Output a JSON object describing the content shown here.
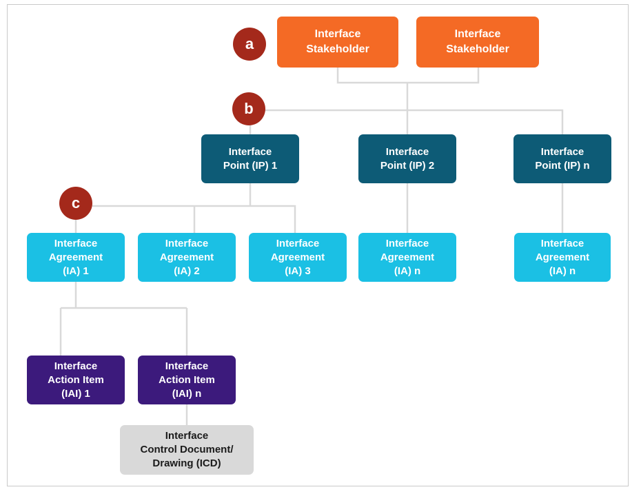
{
  "badges": {
    "a": "a",
    "b": "b",
    "c": "c"
  },
  "stakeholders": [
    {
      "line1": "Interface",
      "line2": "Stakeholder"
    },
    {
      "line1": "Interface",
      "line2": "Stakeholder"
    }
  ],
  "points": [
    {
      "line1": "Interface",
      "line2": "Point (IP) 1"
    },
    {
      "line1": "Interface",
      "line2": "Point (IP) 2"
    },
    {
      "line1": "Interface",
      "line2": "Point (IP) n"
    }
  ],
  "agreements": [
    {
      "line1": "Interface",
      "line2": "Agreement",
      "line3": "(IA) 1"
    },
    {
      "line1": "Interface",
      "line2": "Agreement",
      "line3": "(IA) 2"
    },
    {
      "line1": "Interface",
      "line2": "Agreement",
      "line3": "(IA) 3"
    },
    {
      "line1": "Interface",
      "line2": "Agreement",
      "line3": "(IA) n"
    },
    {
      "line1": "Interface",
      "line2": "Agreement",
      "line3": "(IA) n"
    }
  ],
  "actions": [
    {
      "line1": "Interface",
      "line2": "Action Item",
      "line3": "(IAI) 1"
    },
    {
      "line1": "Interface",
      "line2": "Action Item",
      "line3": "(IAI) n"
    }
  ],
  "icd": {
    "line1": "Interface",
    "line2": "Control Document/",
    "line3": "Drawing (ICD)"
  },
  "colors": {
    "stakeholder": "#f46a25",
    "point": "#0d5b76",
    "agreement": "#1bc0e4",
    "action": "#3c1a7c",
    "icd": "#d9d9d9",
    "badge": "#a4291b",
    "connector": "#d9d9d9"
  }
}
